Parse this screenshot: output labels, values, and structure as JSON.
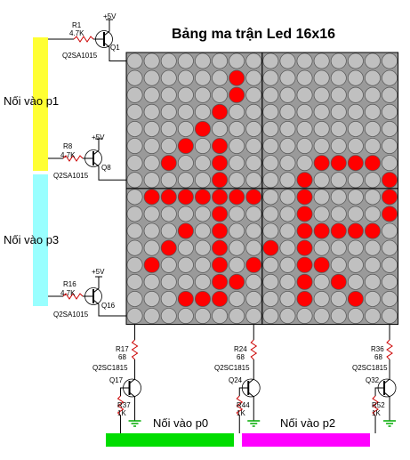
{
  "title": "Bảng ma trận Led 16x16",
  "port_labels": {
    "p1": "Nối vào p1",
    "p3": "Nối vào p3",
    "p0": "Nối vào p0",
    "p2": "Nối vào p2"
  },
  "colors": {
    "led_on": "#ff0000",
    "led_off": "#c0c0c0",
    "matrix_bg": "#9a9a9a",
    "bar_p1": "#ffff33",
    "bar_p3": "#99ffff",
    "bar_p0": "#00dd00",
    "bar_p2": "#ff00ff",
    "wire": "#000000",
    "resistor": "#cc0000",
    "ground": "#00aa00"
  },
  "row_transistors": [
    {
      "supply": "+5V",
      "resistor": "R1",
      "resistor_value": "4.7K",
      "part": "Q2SA1015",
      "transistor": "Q1"
    },
    {
      "supply": "+5V",
      "resistor": "R8",
      "resistor_value": "4.7K",
      "part": "Q2SA1015",
      "transistor": "Q8"
    },
    {
      "supply": "+5V",
      "resistor": "R16",
      "resistor_value": "4.7K",
      "part": "Q2SA1015",
      "transistor": "Q16"
    }
  ],
  "column_drivers": [
    {
      "resistor_top": "R17",
      "resistor_top_value": "68",
      "part": "Q2SC1815",
      "transistor": "Q17",
      "resistor_base": "R37",
      "resistor_base_value": "1K"
    },
    {
      "resistor_top": "R24",
      "resistor_top_value": "68",
      "part": "Q2SC1815",
      "transistor": "Q24",
      "resistor_base": "R44",
      "resistor_base_value": "1K"
    },
    {
      "resistor_top": "R36",
      "resistor_top_value": "68",
      "part": "Q2SC1815",
      "transistor": "Q32",
      "resistor_base": "R52",
      "resistor_base_value": "1K"
    }
  ],
  "led_matrix": {
    "rows": 16,
    "cols": 16,
    "on": [
      [
        1,
        6
      ],
      [
        2,
        6
      ],
      [
        3,
        5
      ],
      [
        4,
        4
      ],
      [
        5,
        3
      ],
      [
        5,
        5
      ],
      [
        6,
        2
      ],
      [
        6,
        5
      ],
      [
        6,
        11
      ],
      [
        6,
        12
      ],
      [
        6,
        13
      ],
      [
        6,
        14
      ],
      [
        7,
        5
      ],
      [
        7,
        10
      ],
      [
        7,
        15
      ],
      [
        8,
        1
      ],
      [
        8,
        2
      ],
      [
        8,
        3
      ],
      [
        8,
        4
      ],
      [
        8,
        5
      ],
      [
        8,
        6
      ],
      [
        8,
        7
      ],
      [
        8,
        10
      ],
      [
        8,
        15
      ],
      [
        9,
        5
      ],
      [
        9,
        10
      ],
      [
        9,
        15
      ],
      [
        10,
        3
      ],
      [
        10,
        5
      ],
      [
        10,
        10
      ],
      [
        10,
        11
      ],
      [
        10,
        12
      ],
      [
        10,
        13
      ],
      [
        10,
        14
      ],
      [
        11,
        2
      ],
      [
        11,
        5
      ],
      [
        11,
        8
      ],
      [
        11,
        10
      ],
      [
        12,
        1
      ],
      [
        12,
        5
      ],
      [
        12,
        7
      ],
      [
        12,
        10
      ],
      [
        12,
        11
      ],
      [
        13,
        5
      ],
      [
        13,
        6
      ],
      [
        13,
        10
      ],
      [
        13,
        12
      ],
      [
        14,
        3
      ],
      [
        14,
        4
      ],
      [
        14,
        5
      ],
      [
        14,
        10
      ],
      [
        14,
        13
      ]
    ]
  }
}
